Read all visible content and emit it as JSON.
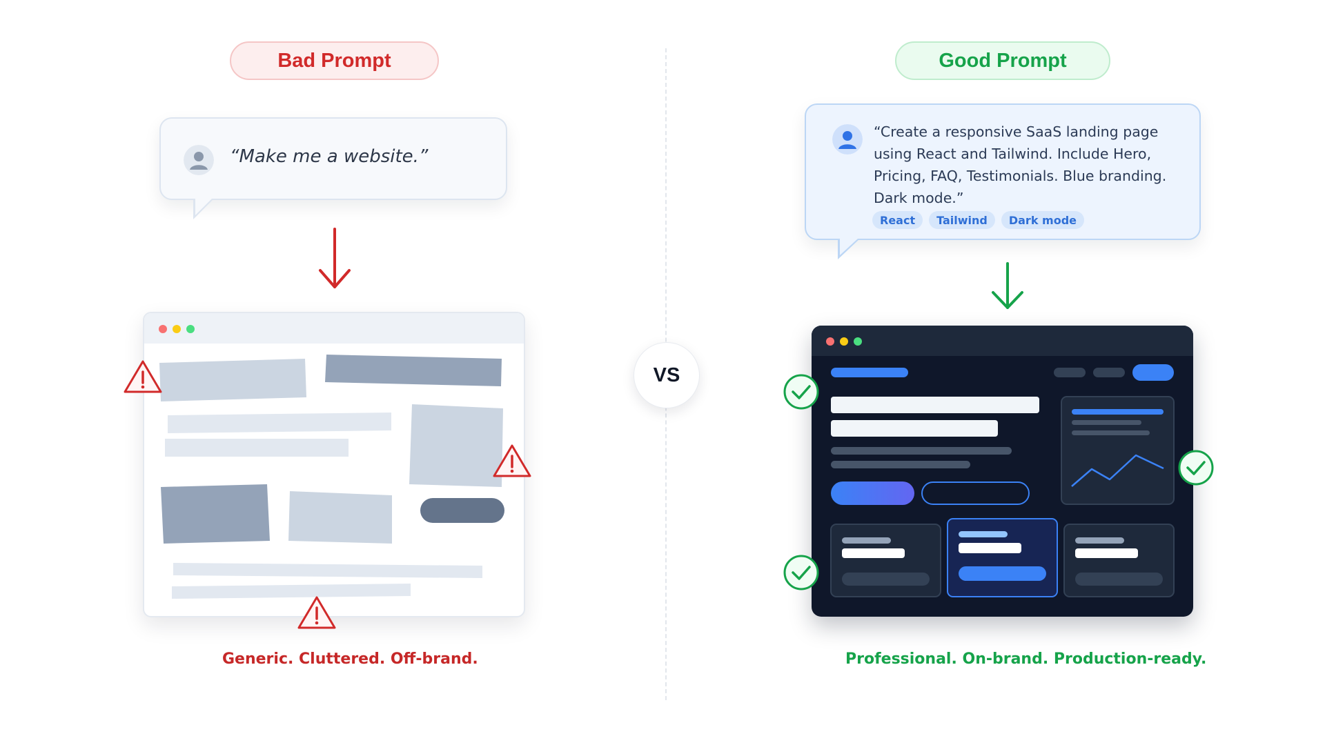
{
  "bad": {
    "label": "Bad Prompt",
    "prompt": "“Make me a website.”",
    "caption": "Generic. Cluttered. Off-brand."
  },
  "good": {
    "label": "Good Prompt",
    "prompt": "“Create a responsive SaaS landing page using React and Tailwind. Include Hero, Pricing, FAQ, Testimonials. Blue branding. Dark mode.”",
    "tags": [
      "React",
      "Tailwind",
      "Dark mode"
    ],
    "caption": "Professional. On-brand. Production-ready."
  },
  "vs_label": "VS",
  "colors": {
    "bad_accent": "#d12a2a",
    "good_accent": "#16a34a",
    "brand_blue": "#3b82f6",
    "dark_bg": "#0f172a"
  },
  "icons": {
    "bad_markers": "warning-triangle-icon",
    "good_markers": "check-circle-icon",
    "avatar": "user-avatar-icon",
    "arrow": "arrow-down-icon"
  }
}
